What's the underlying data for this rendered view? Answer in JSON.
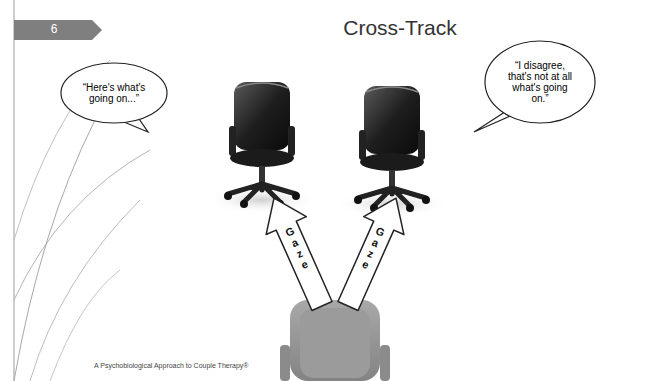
{
  "diagram": {
    "title": "Cross-Track",
    "nodes": [
      {
        "text": [
          "“Here's what's going on...”"
        ]
      },
      {
        "text": [
          "“I disagree, that's not at all what's going on.”"
        ]
      }
    ],
    "labels": [
      "6",
      "Gaze",
      "Gaze",
      "A Psychobiological Approach to Couple Therapy®"
    ]
  }
}
